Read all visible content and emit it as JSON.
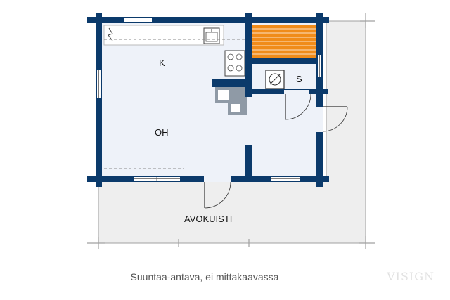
{
  "rooms": {
    "kitchen": "K",
    "living": "OH",
    "sauna": "S",
    "porch": "AVOKUISTI"
  },
  "caption": "Suuntaa-antava, ei mittakaavassa",
  "brand": "VISIGN",
  "colors": {
    "wall": "#0b3a6b",
    "floor": "#eef2f9",
    "porch": "#eeeeee",
    "sauna_bench": "#f08c1a",
    "outline": "#999999"
  }
}
